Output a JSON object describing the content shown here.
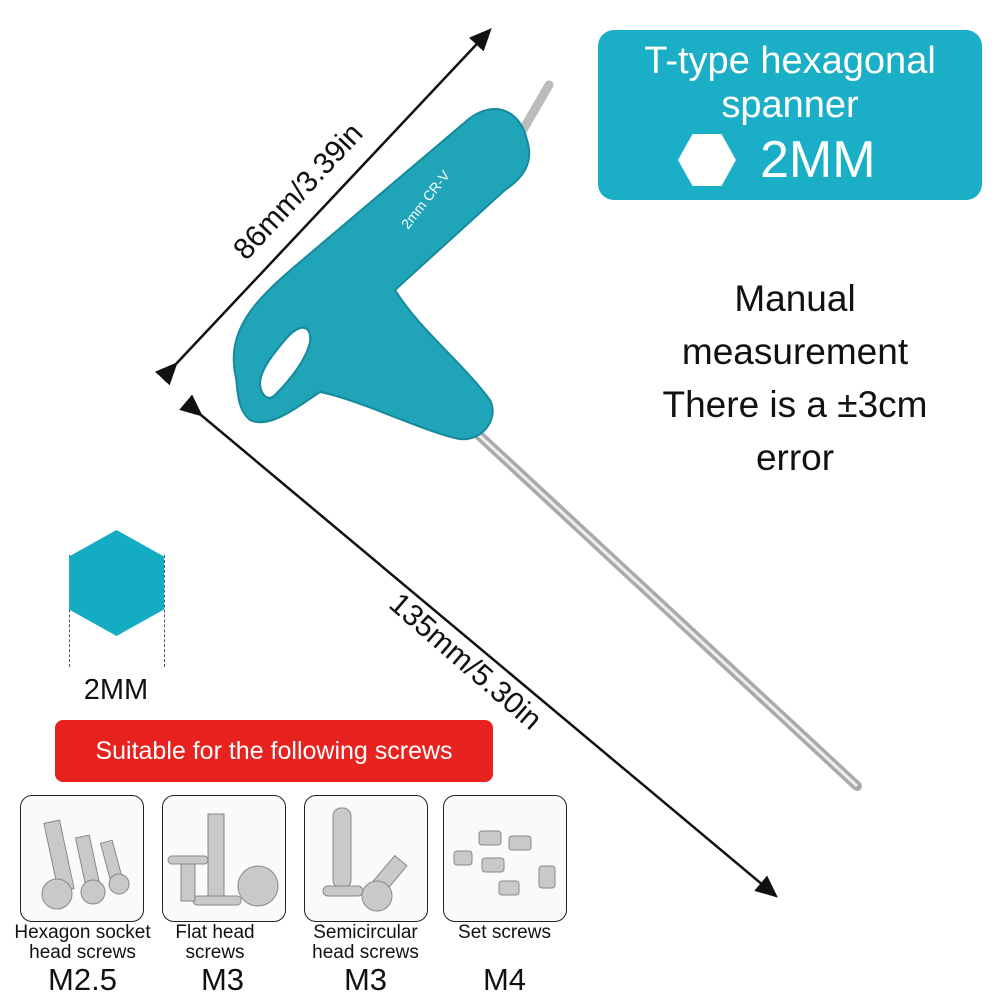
{
  "dimensions": {
    "handle_length": "86mm/3.39in",
    "shaft_length": "135mm/5.30in"
  },
  "tool_marking": "2mm CR-V",
  "title_box": {
    "line1": "T-type hexagonal",
    "line2": "spanner",
    "size": "2MM"
  },
  "note": [
    "Manual",
    "measurement",
    "There is a ±3cm",
    "error"
  ],
  "hex_size_label": "2MM",
  "banner": "Suitable for the following screws",
  "screws": [
    {
      "name": "Hexagon socket head screws",
      "size": "M2.5"
    },
    {
      "name": "Flat head screws",
      "size": "M3"
    },
    {
      "name": "Semicircular head screws",
      "size": "M3"
    },
    {
      "name": "Set screws",
      "size": "M4"
    }
  ],
  "colors": {
    "teal": "#1aafc6",
    "red": "#e8221e"
  }
}
